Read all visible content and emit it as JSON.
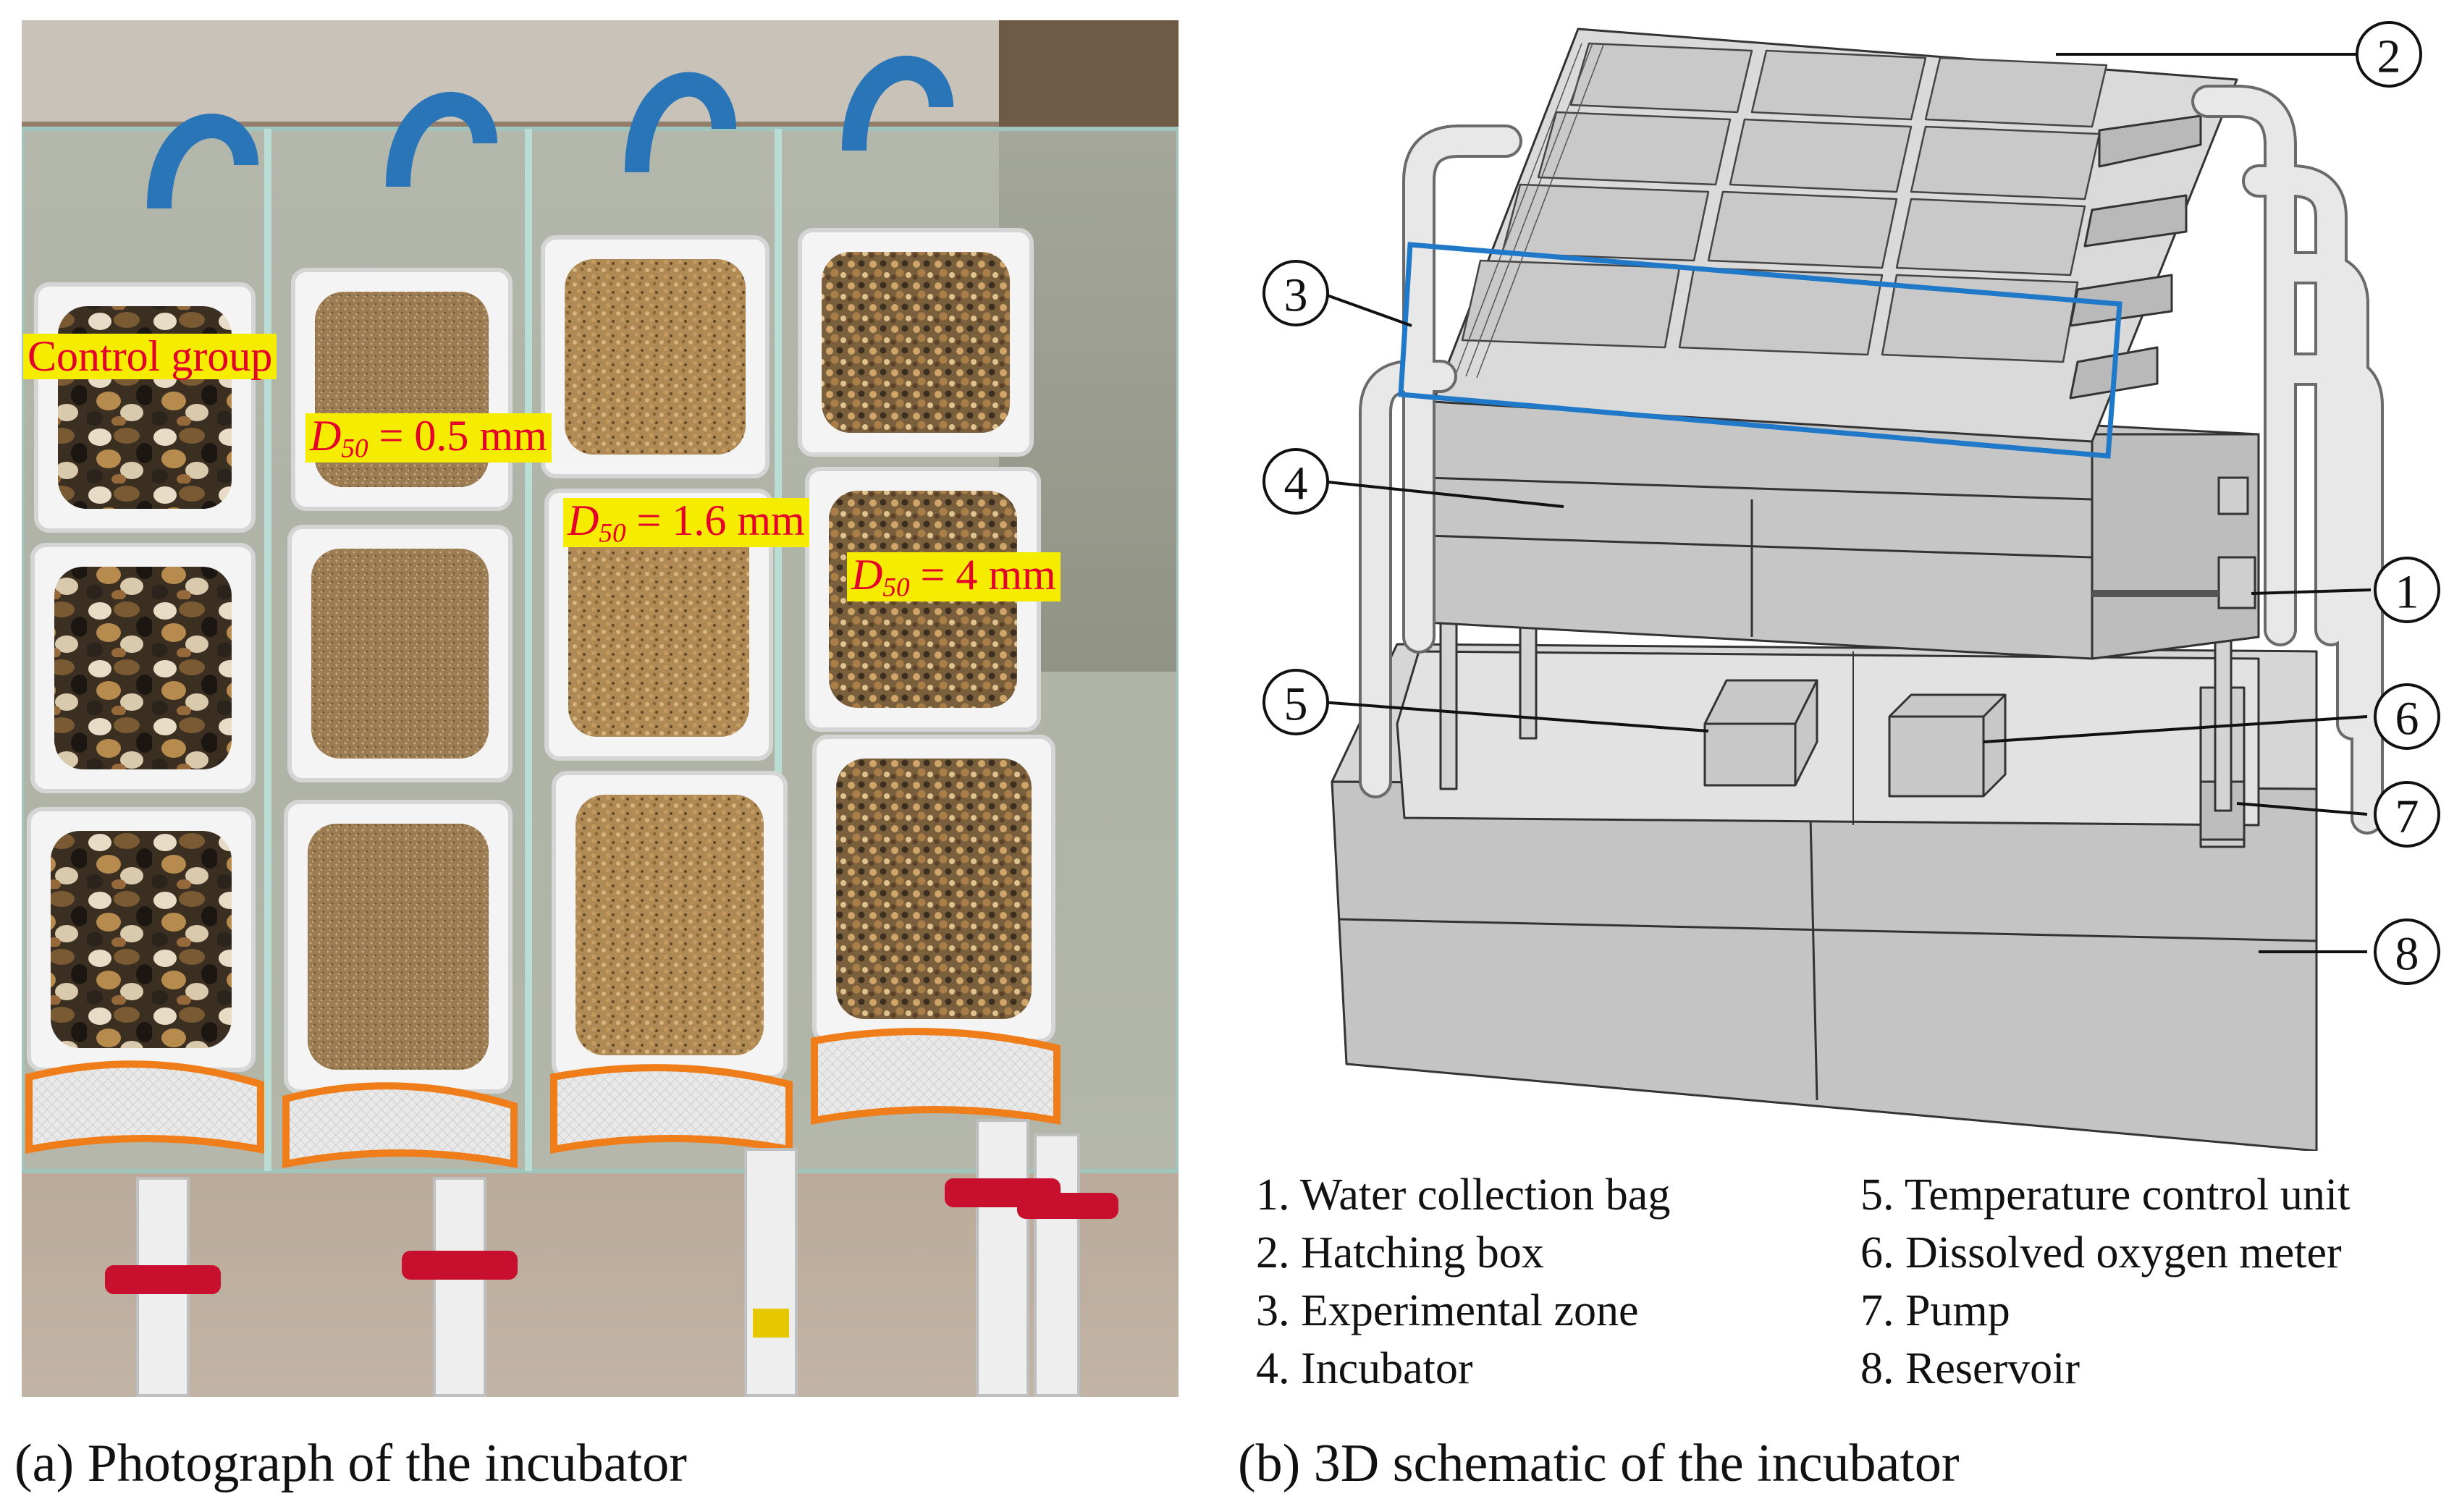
{
  "photo": {
    "overlay_labels": {
      "control": "Control group",
      "d1": {
        "symbol": "D",
        "sub": "50",
        "value": " = 0.5 mm"
      },
      "d2": {
        "symbol": "D",
        "sub": "50",
        "value": " = 1.6 mm"
      },
      "d3": {
        "symbol": "D",
        "sub": "50",
        "value": " = 4 mm"
      }
    },
    "caption": "(a) Photograph of the incubator"
  },
  "schematic": {
    "callouts": [
      "1",
      "2",
      "3",
      "4",
      "5",
      "6",
      "7",
      "8"
    ],
    "highlight_color": "#1f78c8",
    "caption": "(b) 3D schematic of the incubator"
  },
  "legend": {
    "items": [
      "1. Water collection bag",
      "2. Hatching box",
      "3. Experimental zone",
      "4. Incubator",
      "5. Temperature control unit",
      "6. Dissolved oxygen meter",
      "7. Pump",
      "8. Reservoir"
    ]
  },
  "colors": {
    "label_bg": "#f5ec00",
    "label_text": "#e4002b",
    "box_gray": "#c8c8c8"
  }
}
